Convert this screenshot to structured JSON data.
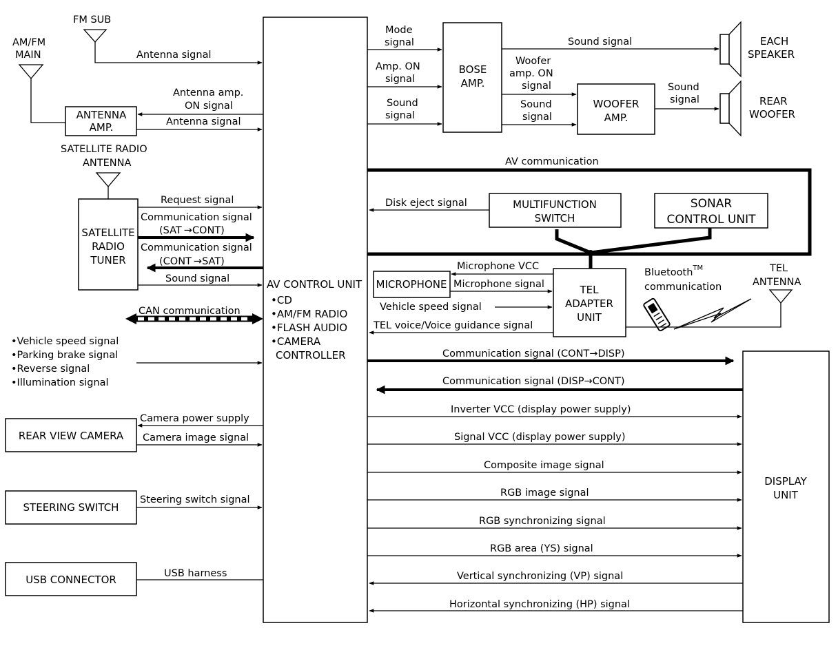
{
  "blocks": {
    "fm_sub": "FM SUB",
    "amfm_main": [
      "AM/FM",
      "MAIN"
    ],
    "antenna_amp": [
      "ANTENNA",
      "AMP."
    ],
    "sat_radio_antenna": [
      "SATELLITE RADIO",
      "ANTENNA"
    ],
    "sat_radio_tuner": [
      "SATELLITE",
      "RADIO",
      "TUNER"
    ],
    "av_control_unit": {
      "title": "AV CONTROL UNIT",
      "items": [
        "•CD",
        "•AM/FM RADIO",
        "•FLASH AUDIO",
        "•CAMERA",
        "CONTROLLER"
      ]
    },
    "bose_amp": [
      "BOSE",
      "AMP."
    ],
    "woofer_amp": [
      "WOOFER",
      "AMP."
    ],
    "each_speaker": [
      "EACH",
      "SPEAKER"
    ],
    "rear_woofer": [
      "REAR",
      "WOOFER"
    ],
    "multifunction_switch": [
      "MULTIFUNCTION",
      "SWITCH"
    ],
    "sonar_control_unit": [
      "SONAR",
      "CONTROL UNIT"
    ],
    "microphone": "MICROPHONE",
    "tel_adapter_unit": [
      "TEL",
      "ADAPTER",
      "UNIT"
    ],
    "tel_antenna": [
      "TEL",
      "ANTENNA"
    ],
    "bluetooth": [
      "Bluetooth",
      "TM",
      "communication"
    ],
    "rear_view_camera": "REAR VIEW CAMERA",
    "steering_switch": "STEERING SWITCH",
    "usb_connector": "USB CONNECTOR",
    "display_unit": [
      "DISPLAY",
      "UNIT"
    ]
  },
  "signals": {
    "antenna_signal_fm": "Antenna signal",
    "antenna_amp_on": [
      "Antenna amp.",
      "ON signal"
    ],
    "antenna_signal_amp": "Antenna signal",
    "request_signal": "Request signal",
    "comm_sat_cont": [
      "Communication signal",
      "(SAT",
      "CONT)"
    ],
    "comm_cont_sat": [
      "Communication signal",
      "(CONT",
      "SAT)"
    ],
    "sound_signal_sat": "Sound signal",
    "can_communication": "CAN communication",
    "vehicle_inputs": [
      "•Vehicle speed signal",
      "•Parking brake signal",
      "•Reverse signal",
      "•Illumination signal"
    ],
    "camera_power_supply": "Camera power supply",
    "camera_image_signal": "Camera image signal",
    "steering_switch_signal": "Steering switch signal",
    "usb_harness": "USB harness",
    "mode_signal": [
      "Mode",
      "signal"
    ],
    "amp_on_signal": [
      "Amp. ON",
      "signal"
    ],
    "sound_signal_bose_in": [
      "Sound",
      "signal"
    ],
    "sound_signal_speaker": "Sound signal",
    "woofer_amp_on": [
      "Woofer",
      "amp. ON",
      "signal"
    ],
    "sound_signal_woofer_in": [
      "Sound",
      "signal"
    ],
    "sound_signal_woofer_out": [
      "Sound",
      "signal"
    ],
    "av_communication": "AV communication",
    "disk_eject_signal": "Disk eject signal",
    "microphone_vcc": "Microphone VCC",
    "microphone_signal": "Microphone signal",
    "vehicle_speed_signal": "Vehicle speed signal",
    "tel_voice": "TEL voice/Voice guidance signal",
    "display_signals": [
      "Communication signal (CONT→DISP)",
      "Communication signal (DISP→CONT)",
      "Inverter VCC (display power supply)",
      "Signal VCC (display power supply)",
      "Composite image signal",
      "RGB image signal",
      "RGB synchronizing signal",
      "RGB area (YS) signal",
      "Vertical synchronizing (VP) signal",
      "Horizontal synchronizing (HP) signal"
    ]
  }
}
